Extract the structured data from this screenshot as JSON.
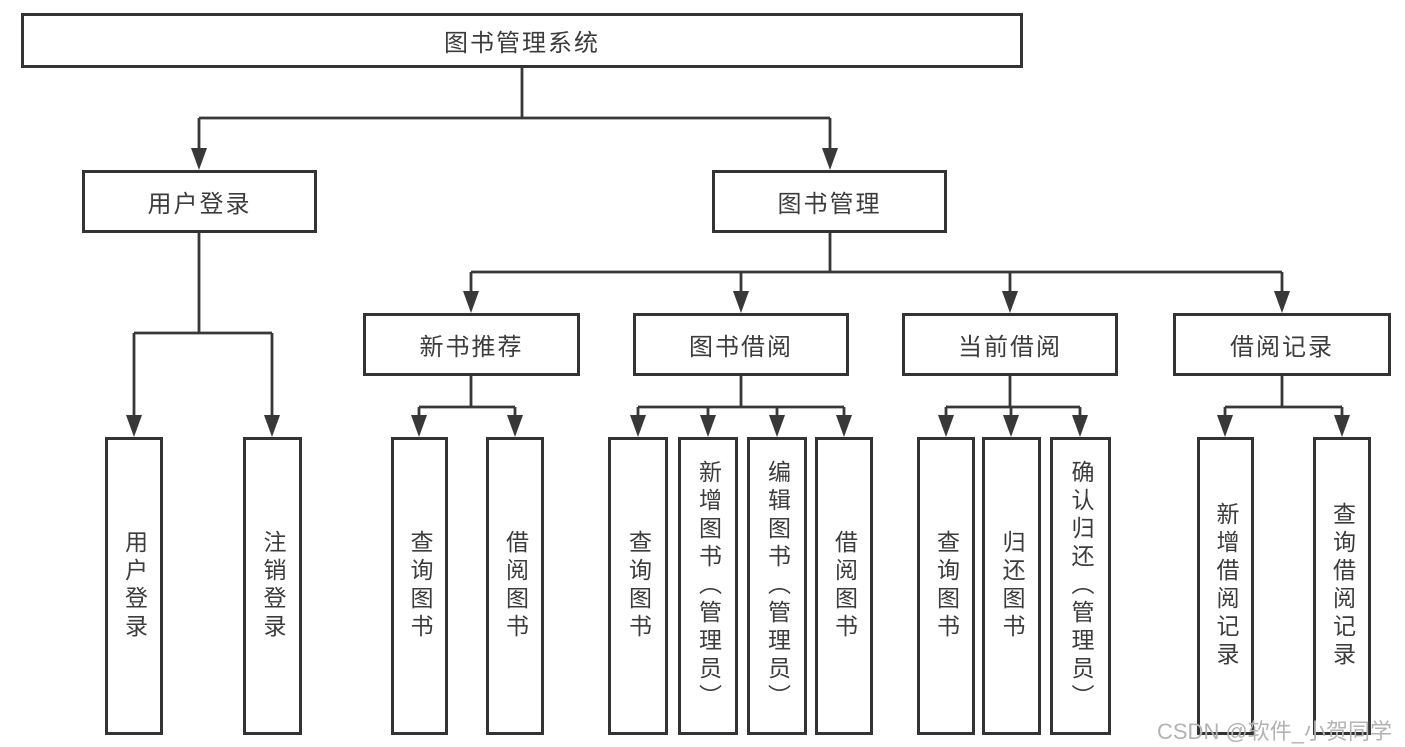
{
  "tree": {
    "root": "图书管理系统",
    "branches": [
      {
        "label": "用户登录",
        "children": [
          "用户登录",
          "注销登录"
        ]
      },
      {
        "label": "图书管理",
        "groups": [
          {
            "label": "新书推荐",
            "children": [
              "查询图书",
              "借阅图书"
            ]
          },
          {
            "label": "图书借阅",
            "children": [
              "查询图书",
              "新增图书（管理员）",
              "编辑图书（管理员）",
              "借阅图书"
            ]
          },
          {
            "label": "当前借阅",
            "children": [
              "查询图书",
              "归还图书",
              "确认归还（管理员）"
            ]
          },
          {
            "label": "借阅记录",
            "children": [
              "新增借阅记录",
              "查询借阅记录"
            ]
          }
        ]
      }
    ]
  },
  "watermark": {
    "text": "CSDN @软件_小贺同学"
  },
  "colors": {
    "line": "#383838",
    "border": "#333333",
    "text": "#3c3c3c",
    "watermark": "#b3b3b3",
    "background": "#ffffff"
  }
}
